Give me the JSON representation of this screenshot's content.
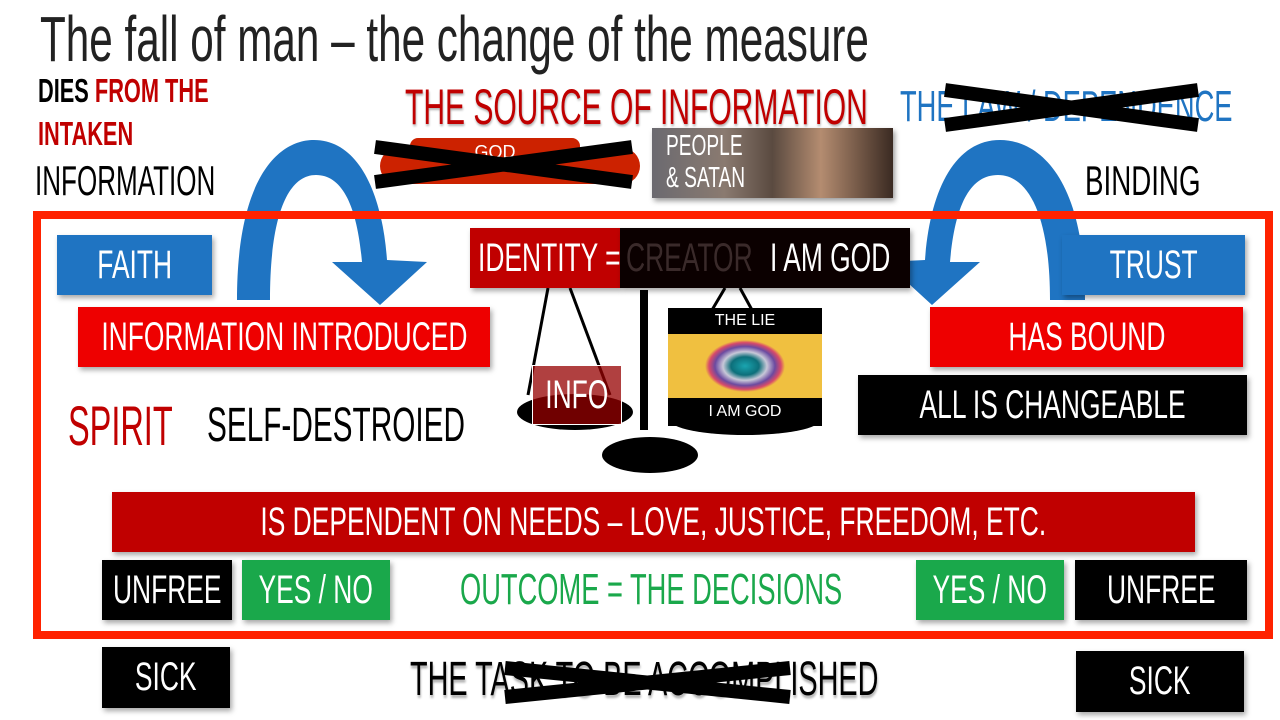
{
  "title": "The fall of man – the change of the measure",
  "left_header": {
    "dies": "DIES",
    "from_the": "FROM THE",
    "intaken": "INTAKEN",
    "information": "INFORMATION"
  },
  "source_of_information": "THE SOURCE OF INFORMATION",
  "law_dependence": "THE LAW / DEPENDENCE",
  "god_pill": "GOD",
  "people_satan": {
    "line1": "PEOPLE",
    "line2": "& SATAN"
  },
  "binding": "BINDING",
  "faith": "FAITH",
  "trust": "TRUST",
  "identity": "IDENTITY =",
  "creator": "CREATOR",
  "i_am_god": "I AM GOD",
  "information_introduced": "INFORMATION INTRODUCED",
  "has_bound": "HAS BOUND",
  "all_is_changeable": "ALL IS CHANGEABLE",
  "spirit": "SPIRIT",
  "self_destroied": "SELF-DESTROIED",
  "info": "INFO",
  "the_lie": "THE LIE",
  "lie_i_am_god": "I AM GOD",
  "dependent": "IS DEPENDENT ON NEEDS – LOVE, JUSTICE, FREEDOM, ETC.",
  "unfree_left": "UNFREE",
  "yes_no_left": "YES / NO",
  "outcome": "OUTCOME = THE DECISIONS",
  "yes_no_right": "YES / NO",
  "unfree_right": "UNFREE",
  "sick_left": "SICK",
  "sick_right": "SICK",
  "task": "THE TASK TO BE ACCOMPLISHED",
  "colors": {
    "frame": "#ff2200",
    "red": "#ee0000",
    "dark_red": "#c00000",
    "blue": "#1f74c2",
    "green": "#1aa84b"
  }
}
